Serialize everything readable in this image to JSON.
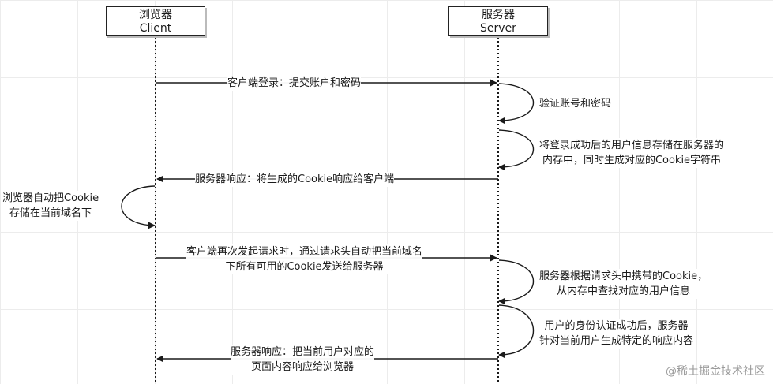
{
  "participants": {
    "client": {
      "name": "浏览器",
      "role": "Client"
    },
    "server": {
      "name": "服务器",
      "role": "Server"
    }
  },
  "messages": {
    "m1": "客户端登录：提交账户和密码",
    "m2": "验证账号和密码",
    "m3_line1": "将登录成功后的用户信息存储在服务器的",
    "m3_line2": "内存中，同时生成对应的Cookie字符串",
    "m4": "服务器响应：将生成的Cookie响应给客户端",
    "m5_line1": "浏览器自动把Cookie",
    "m5_line2": "存储在当前域名下",
    "m6_line1": "客户端再次发起请求时，通过请求头自动把当前域名",
    "m6_line2": "下所有可用的Cookie发送给服务器",
    "m7_line1": "服务器根据请求头中携带的Cookie，",
    "m7_line2": "从内存中查找对应的用户信息",
    "m8_line1": "用户的身份认证成功后，服务器",
    "m8_line2": "针对当前用户生成特定的响应内容",
    "m9_line1": "服务器响应：把当前用户对应的",
    "m9_line2": "页面内容响应给浏览器"
  },
  "watermark": "@稀土掘金技术社区",
  "colors": {
    "line": "#1a1a1a",
    "grid": "#ececec",
    "watermark": "#9a9a9a"
  }
}
